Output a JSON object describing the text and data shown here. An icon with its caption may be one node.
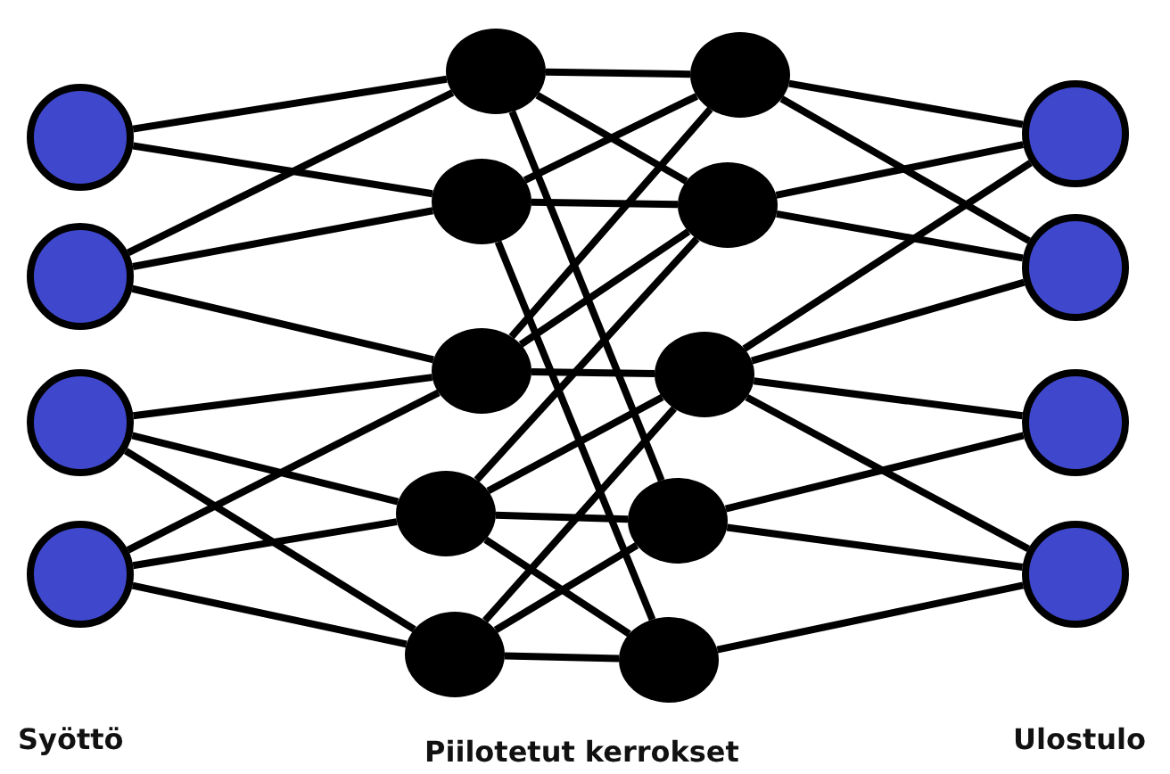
{
  "diagram": {
    "nodes": [
      {
        "text": [],
        "shape": "circle"
      },
      {
        "text": [],
        "shape": "circle"
      },
      {
        "text": [],
        "shape": "circle"
      },
      {
        "text": [],
        "shape": "circle"
      },
      {
        "text": [],
        "shape": "circle"
      },
      {
        "text": [],
        "shape": "circle"
      },
      {
        "text": [],
        "shape": "circle"
      },
      {
        "text": [],
        "shape": "circle"
      },
      {
        "text": [],
        "shape": "circle"
      },
      {
        "text": [],
        "shape": "circle"
      },
      {
        "text": [],
        "shape": "circle"
      },
      {
        "text": [],
        "shape": "circle"
      },
      {
        "text": [],
        "shape": "circle"
      },
      {
        "text": [],
        "shape": "circle"
      },
      {
        "text": [],
        "shape": "circle"
      },
      {
        "text": [],
        "shape": "circle"
      },
      {
        "text": [],
        "shape": "circle"
      },
      {
        "text": [],
        "shape": "circle"
      }
    ],
    "edges": [
      {
        "from": 0,
        "to": 4,
        "arrow": "none"
      },
      {
        "from": 0,
        "to": 5,
        "arrow": "none"
      },
      {
        "from": 1,
        "to": 4,
        "arrow": "none"
      },
      {
        "from": 1,
        "to": 5,
        "arrow": "none"
      },
      {
        "from": 1,
        "to": 6,
        "arrow": "none"
      },
      {
        "from": 2,
        "to": 6,
        "arrow": "none"
      },
      {
        "from": 2,
        "to": 7,
        "arrow": "none"
      },
      {
        "from": 2,
        "to": 8,
        "arrow": "none"
      },
      {
        "from": 3,
        "to": 6,
        "arrow": "none"
      },
      {
        "from": 3,
        "to": 7,
        "arrow": "none"
      },
      {
        "from": 3,
        "to": 8,
        "arrow": "none"
      },
      {
        "from": 4,
        "to": 9,
        "arrow": "none"
      },
      {
        "from": 4,
        "to": 10,
        "arrow": "none"
      },
      {
        "from": 4,
        "to": 12,
        "arrow": "none"
      },
      {
        "from": 5,
        "to": 9,
        "arrow": "none"
      },
      {
        "from": 5,
        "to": 10,
        "arrow": "none"
      },
      {
        "from": 5,
        "to": 13,
        "arrow": "none"
      },
      {
        "from": 6,
        "to": 9,
        "arrow": "none"
      },
      {
        "from": 6,
        "to": 10,
        "arrow": "none"
      },
      {
        "from": 6,
        "to": 11,
        "arrow": "none"
      },
      {
        "from": 7,
        "to": 10,
        "arrow": "none"
      },
      {
        "from": 7,
        "to": 11,
        "arrow": "none"
      },
      {
        "from": 7,
        "to": 12,
        "arrow": "none"
      },
      {
        "from": 7,
        "to": 13,
        "arrow": "none"
      },
      {
        "from": 8,
        "to": 11,
        "arrow": "none"
      },
      {
        "from": 8,
        "to": 12,
        "arrow": "none"
      },
      {
        "from": 8,
        "to": 13,
        "arrow": "none"
      },
      {
        "from": 9,
        "to": 14,
        "arrow": "none"
      },
      {
        "from": 9,
        "to": 15,
        "arrow": "none"
      },
      {
        "from": 10,
        "to": 14,
        "arrow": "none"
      },
      {
        "from": 10,
        "to": 15,
        "arrow": "none"
      },
      {
        "from": 11,
        "to": 14,
        "arrow": "none"
      },
      {
        "from": 11,
        "to": 15,
        "arrow": "none"
      },
      {
        "from": 11,
        "to": 16,
        "arrow": "none"
      },
      {
        "from": 11,
        "to": 17,
        "arrow": "none"
      },
      {
        "from": 12,
        "to": 16,
        "arrow": "none"
      },
      {
        "from": 12,
        "to": 17,
        "arrow": "none"
      },
      {
        "from": 13,
        "to": 17,
        "arrow": "none"
      }
    ],
    "labels": [
      "Syöttö",
      "Piilotetut kerrokset",
      "Ulostulo"
    ]
  }
}
